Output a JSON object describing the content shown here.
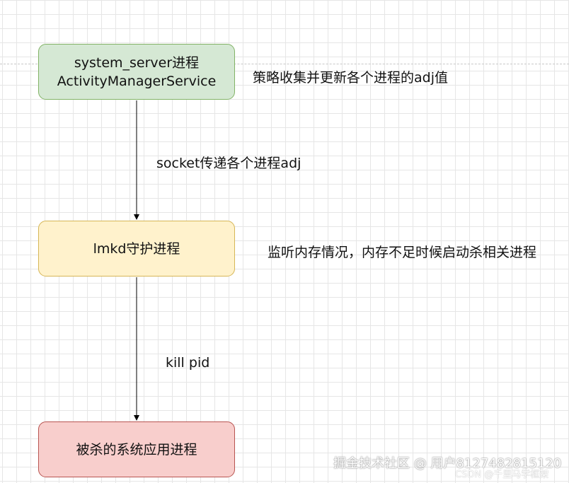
{
  "nodes": {
    "system_server": {
      "line1": "system_server进程",
      "line2": "ActivityManagerService"
    },
    "lmkd": {
      "label": "lmkd守护进程"
    },
    "killed": {
      "label": "被杀的系统应用进程"
    }
  },
  "annotations": {
    "policy": "策略收集并更新各个进程的adj值",
    "monitor": "监听内存情况，内存不足时候启动杀相关进程"
  },
  "edges": {
    "socket": "socket传递各个进程adj",
    "kill": "kill pid"
  },
  "watermark": {
    "main": "掘金技术社区 @ 用户8127482815120",
    "csdn": "CSDN @千里马学框架"
  },
  "colors": {
    "green_fill": "#d5e8d4",
    "green_stroke": "#82b366",
    "yellow_fill": "#fff2cc",
    "yellow_stroke": "#d6b656",
    "red_fill": "#f8cecc",
    "red_stroke": "#b85450"
  }
}
